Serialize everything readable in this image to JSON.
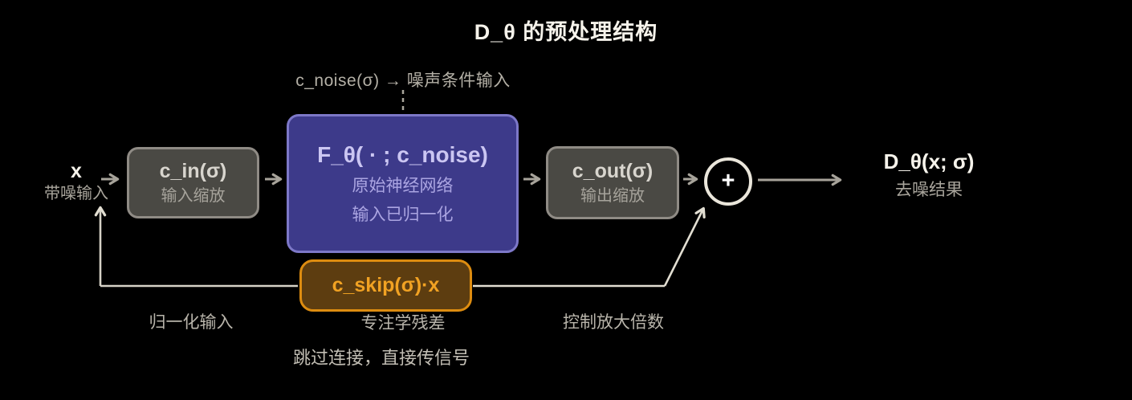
{
  "title": "D_θ 的预处理结构",
  "noise_label": "c_noise(σ) → 噪声条件输入",
  "input": {
    "symbol": "x",
    "caption": "带噪输入"
  },
  "boxes": {
    "c_in": {
      "title": "c_in(σ)",
      "subtitle": "输入缩放"
    },
    "f_theta": {
      "title": "F_θ( · ; c_noise)",
      "line1": "原始神经网络",
      "line2": "输入已归一化"
    },
    "c_out": {
      "title": "c_out(σ)",
      "subtitle": "输出缩放"
    },
    "c_skip": {
      "title": "c_skip(σ)·x"
    }
  },
  "sum_node": {
    "symbol": "+"
  },
  "output": {
    "symbol": "D_θ(x; σ)",
    "caption": "去噪结果"
  },
  "annotations": {
    "normalize_input": "归一化输入",
    "learn_residual": "专注学残差",
    "control_gain": "控制放大倍数",
    "skip_note": "跳过连接，直接传信号"
  },
  "colors": {
    "background": "#000000",
    "gray_box_fill": "#4a4944",
    "gray_box_border": "#8f8b85",
    "purple_box_fill": "#3d3a8a",
    "purple_box_border": "#7d78c8",
    "purple_text": "#cbc6f2",
    "orange_box_fill": "#5d3d10",
    "orange_box_border": "#dd8c10",
    "orange_text": "#f1a223",
    "main_arrow": "#a7a39a",
    "skip_wire": "#e2ded2",
    "text_primary": "#f6f3eb",
    "text_secondary": "#a8a49b"
  }
}
